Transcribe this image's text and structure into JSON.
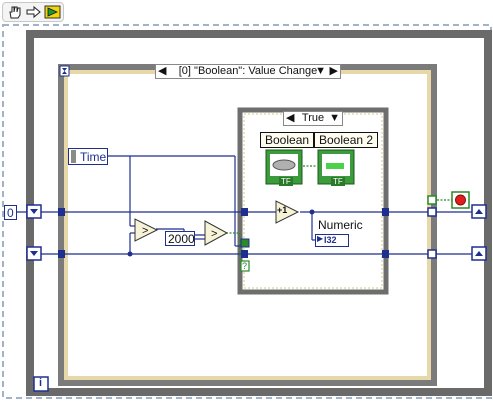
{
  "event_structure": {
    "case_label": "[0] \"Boolean\": Value Change",
    "timeout_icon": "hourglass-icon"
  },
  "case_structure": {
    "selector_label": "True"
  },
  "controls": {
    "time_label": "Time",
    "boolean_label": "Boolean",
    "boolean2_label": "Boolean 2",
    "numeric_label": "Numeric",
    "numeric_type": "I32",
    "constant_zero": "0",
    "constant_2000": "2000",
    "increment_label": "+1",
    "tf_label": "TF",
    "unknown_indicator": "?",
    "iteration_label": "i"
  },
  "toolbar": {
    "items": [
      "hand-cursor-icon",
      "arrow-icon",
      "run-arrow-icon"
    ]
  },
  "colors": {
    "wire_blue": "#1f2f8f",
    "wire_green": "#2a8a2a",
    "boolean_green": "#3c9b3c",
    "frame_tan": "#e6d8a8",
    "frame_grey": "#7a7a7a",
    "stop_red": "#e02020"
  }
}
